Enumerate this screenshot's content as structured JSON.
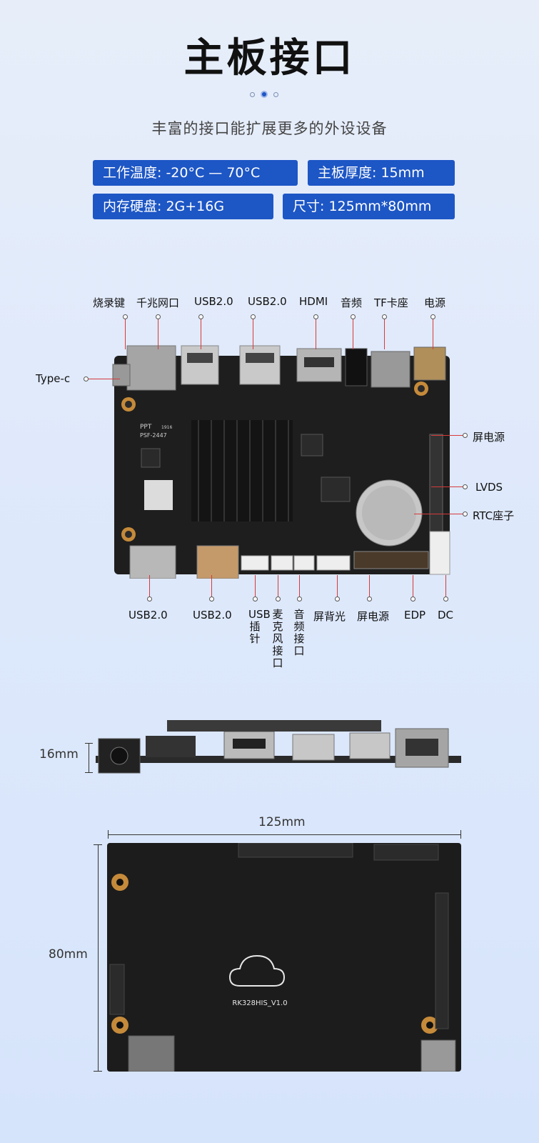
{
  "page": {
    "title": "主板接口",
    "subtitle": "丰富的接口能扩展更多的外设设备"
  },
  "specs": [
    {
      "label": "工作温度: -20°C — 70°C"
    },
    {
      "label": "主板厚度: 15mm"
    },
    {
      "label": "内存硬盘:  2G+16G"
    },
    {
      "label": "尺寸: 125mm*80mm"
    }
  ],
  "top_callouts": [
    "烧录键",
    "千兆网口",
    "USB2.0",
    "USB2.0",
    "HDMI",
    "音频",
    "TF卡座",
    "电源"
  ],
  "left_callouts": [
    "Type-c"
  ],
  "right_callouts": [
    "屏电源",
    "LVDS",
    "RTC座子"
  ],
  "bottom_callouts": [
    "USB2.0",
    "USB2.0",
    "USB插针",
    "麦克风接口",
    "音频接口",
    "屏背光",
    "屏电源",
    "EDP",
    "DC"
  ],
  "board_silkscreen": {
    "model": "RK328HIS_V1.0",
    "chip_label_1": "PPT",
    "chip_label_2": "PSF-2447",
    "chip_label_3": "1916"
  },
  "dimensions": {
    "thickness": "16mm",
    "width": "125mm",
    "height": "80mm"
  },
  "colors": {
    "accent": "#1d56c5",
    "pin": "#d63a3a",
    "pcb": "#1e1e1e"
  }
}
